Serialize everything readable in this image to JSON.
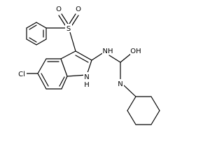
{
  "molecule": {
    "atoms": {
      "sulfonyl_o_left": "O",
      "sulfonyl_s": "S",
      "sulfonyl_o_right": "O",
      "urea_nh_upper": "NH",
      "urea_oh": "OH",
      "chloro": "Cl",
      "urea_n": "N",
      "indole_nh": "H",
      "indole_n_under": "N"
    }
  }
}
